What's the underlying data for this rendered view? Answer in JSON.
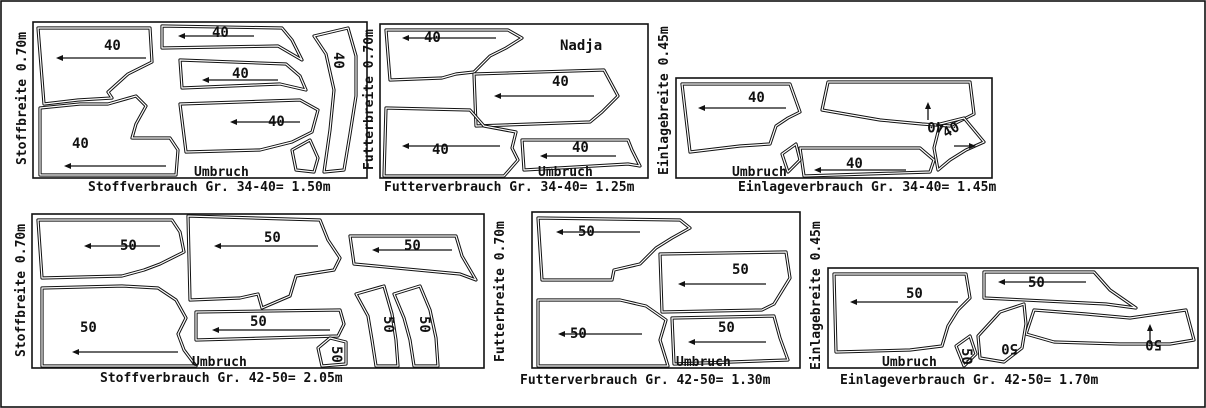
{
  "labels": {
    "name": "Nadja",
    "fold": "Umbruch",
    "row1": {
      "fabric_width": "Stoffbreite 0.70m",
      "lining_width": "Futterbreite 0.70m",
      "interfacing_width": "Einlagebreite 0.45m",
      "fabric_usage": "Stoffverbrauch Gr. 34-40= 1.50m",
      "lining_usage": "Futterverbrauch Gr. 34-40= 1.25m",
      "interfacing_usage": "Einlageverbrauch Gr. 34-40= 1.45m"
    },
    "row2": {
      "fabric_width": "Stoffbreite 0.70m",
      "lining_width": "Futterbreite 0.70m",
      "interfacing_width": "Einlagebreite 0.45m",
      "fabric_usage": "Stoffverbrauch Gr. 42-50= 2.05m",
      "lining_usage": "Futterverbrauch Gr. 42-50= 1.30m",
      "interfacing_usage": "Einlageverbrauch Gr. 42-50= 1.70m"
    }
  },
  "size_marks": {
    "s40": "40",
    "s50": "50"
  }
}
